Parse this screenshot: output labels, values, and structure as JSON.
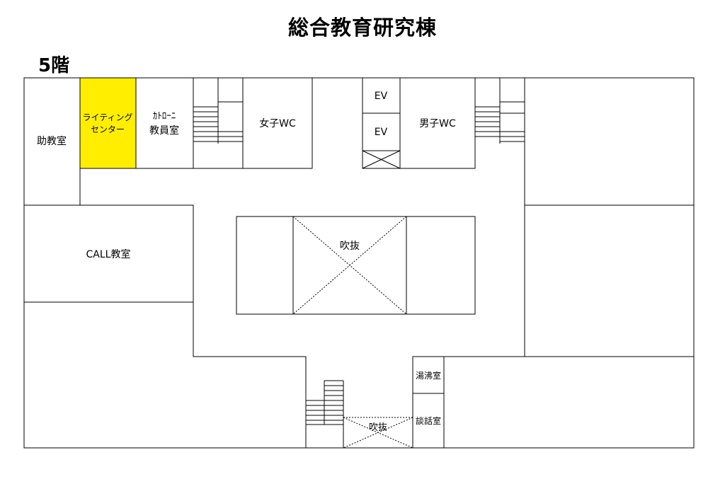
{
  "title": "総合教育研究棟",
  "floor": "5階",
  "colors": {
    "highlight": "#ffee00",
    "lines": "#000000",
    "background": "#ffffff"
  },
  "rooms": {
    "assistant_room": "助教室",
    "writing_center_line1": "ライティング",
    "writing_center_line2": "センター",
    "catholic_line1": "ｶﾄﾛｰﾆ",
    "catholic_line2": "教員室",
    "womens_wc": "女子WC",
    "ev1": "EV",
    "ev2": "EV",
    "mens_wc": "男子WC",
    "call_room": "CALL教室",
    "atrium_center": "吹抜",
    "atrium_bottom": "吹抜",
    "hot_water_room": "湯沸室",
    "lounge": "談話室"
  }
}
